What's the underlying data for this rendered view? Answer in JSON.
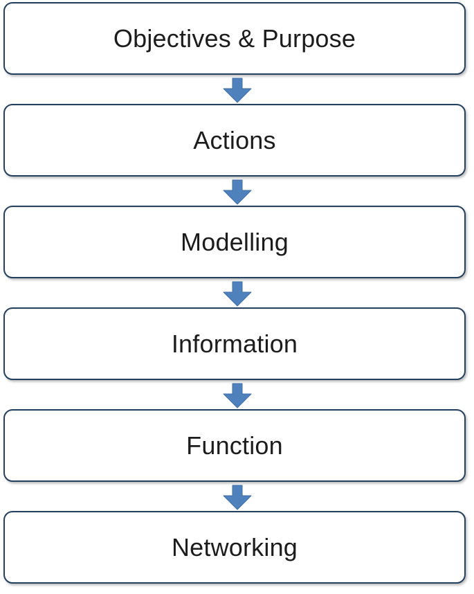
{
  "diagram_type": "vertical-flowchart",
  "nodes": [
    {
      "label": "Objectives & Purpose"
    },
    {
      "label": "Actions"
    },
    {
      "label": "Modelling"
    },
    {
      "label": "Information"
    },
    {
      "label": "Function"
    },
    {
      "label": "Networking"
    }
  ],
  "connector": {
    "icon": "down-block-arrow",
    "count": 5
  },
  "colors": {
    "box_border": "#24405f",
    "box_fill": "#ffffff",
    "arrow_fill": "#4f81bd",
    "arrow_stroke": "#3f6ea6",
    "text": "#1c1c1c",
    "page_bg": "#ffffff"
  }
}
